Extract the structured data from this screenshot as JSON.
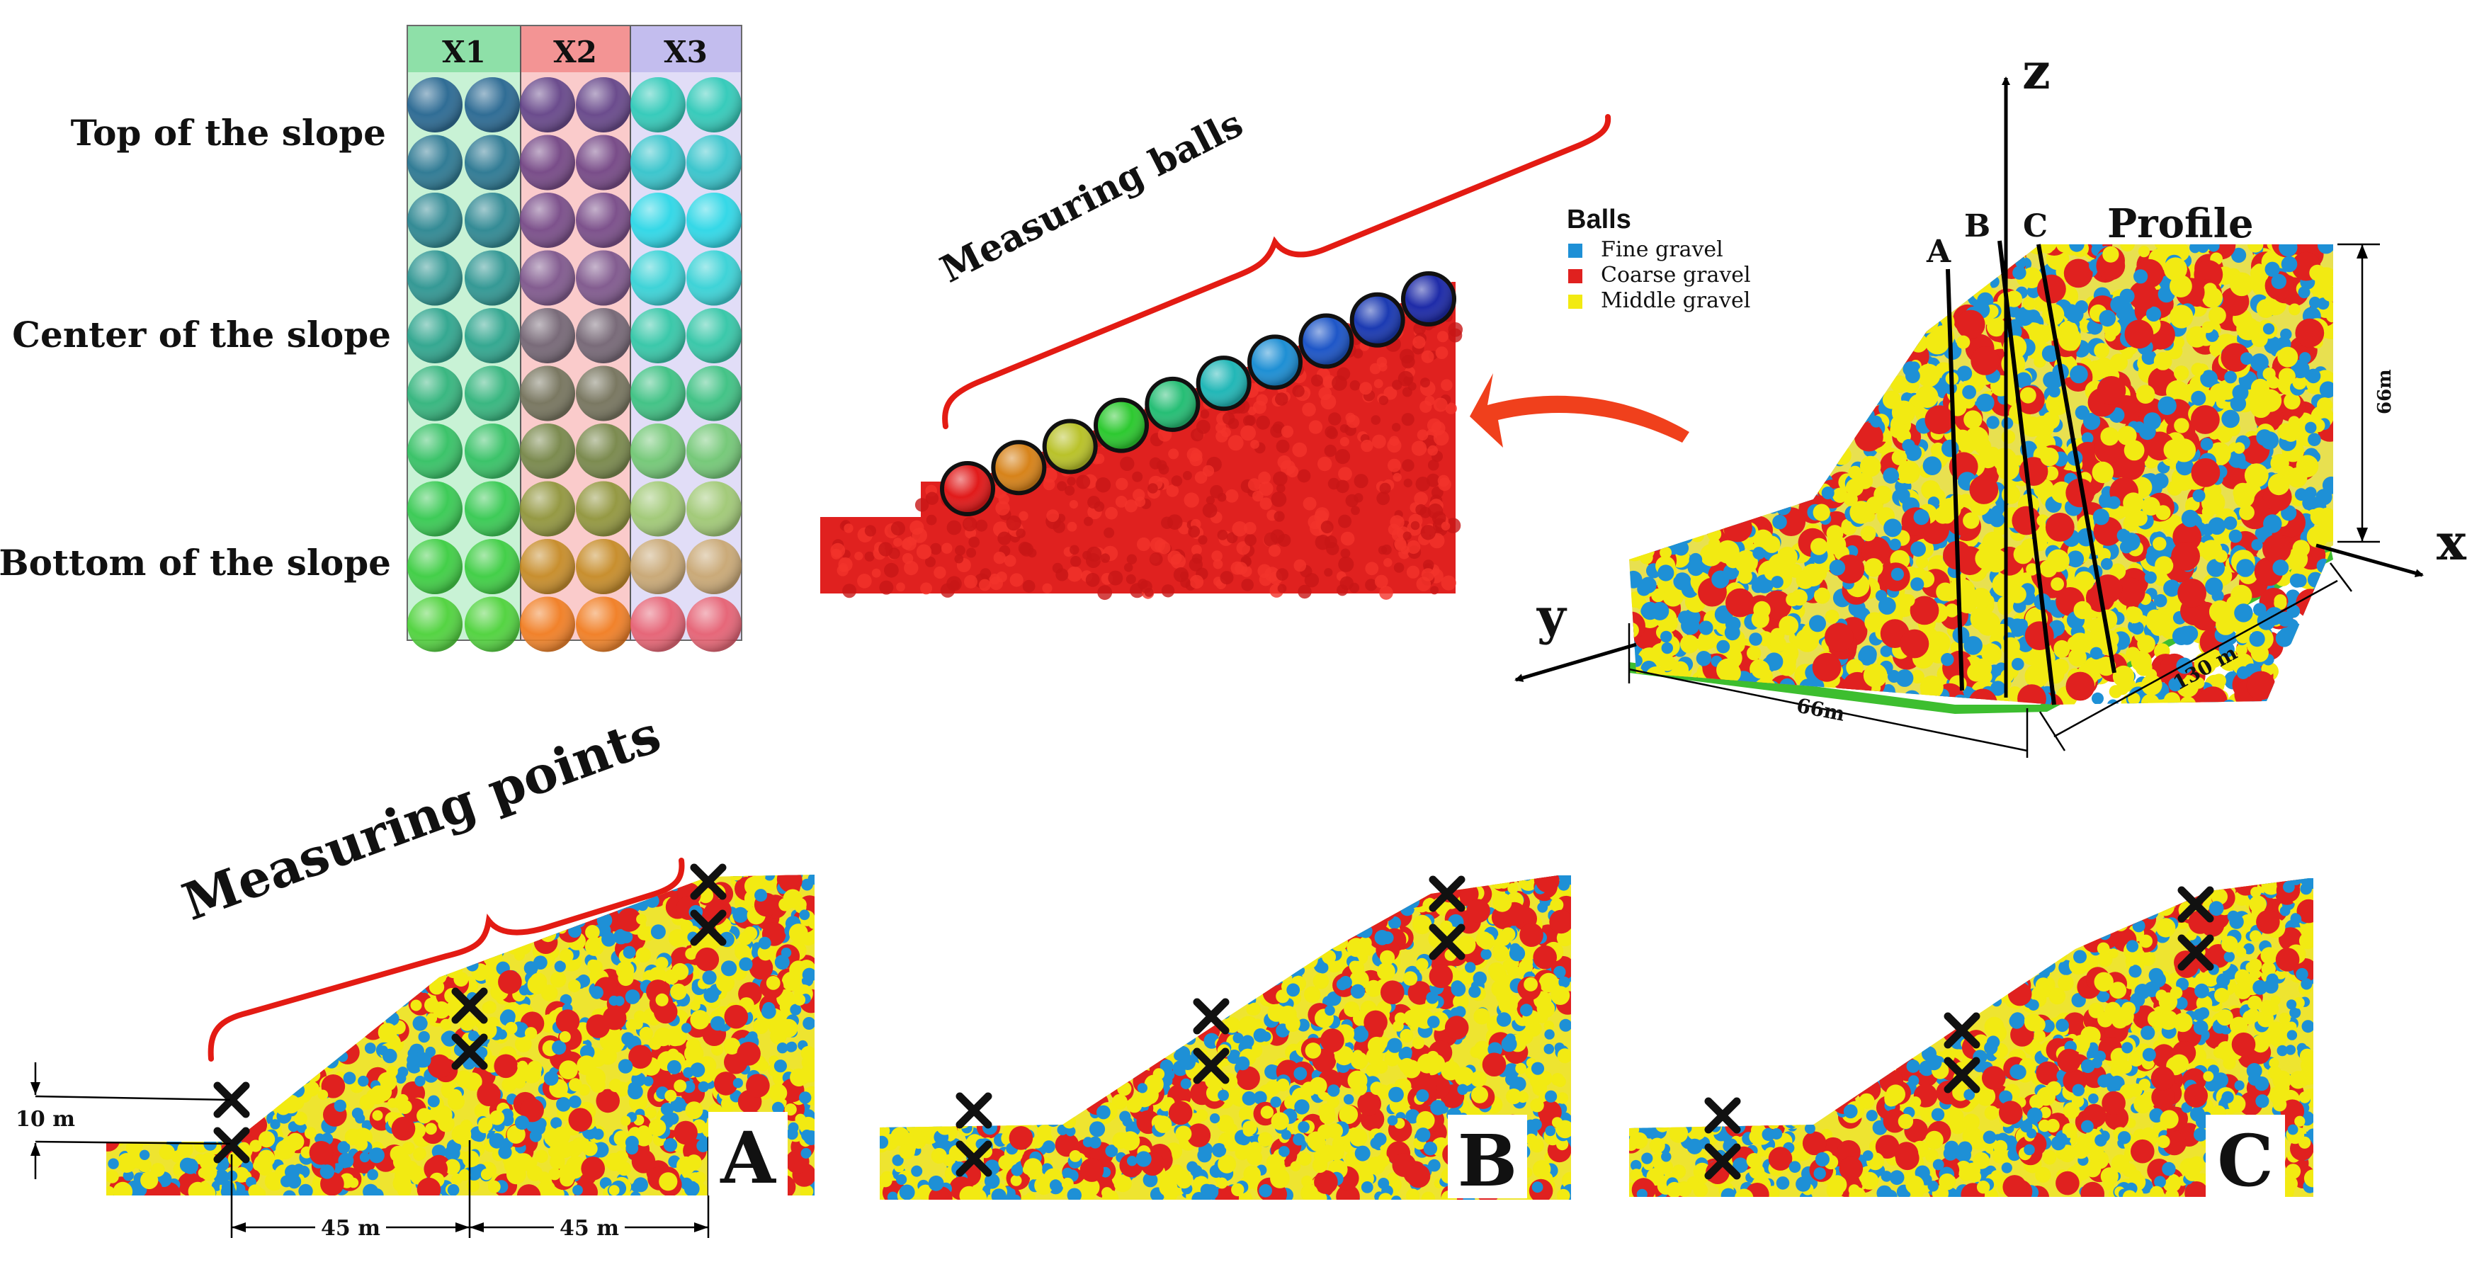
{
  "legend_grid": {
    "columns": [
      "X1",
      "X2",
      "X3"
    ],
    "column_colors": [
      "#9BE8B2",
      "#F5A0A0",
      "#CDC6F2"
    ],
    "rows": [
      "Top of the slope",
      "Center of the slope",
      "Bottom of the slope"
    ],
    "x1_colors": [
      "#1F5E8E",
      "#216F8E",
      "#23808E",
      "#258F8E",
      "#25A08A",
      "#2AB078",
      "#2CBE5E",
      "#2FC64A",
      "#35CB3A",
      "#48D033"
    ],
    "x2_colors": [
      "#5B3E86",
      "#6A3F82",
      "#6F4585",
      "#75518A",
      "#6A6070",
      "#6B6F57",
      "#6E8442",
      "#8A9435",
      "#C2881E",
      "#F07A1A"
    ],
    "x3_colors": [
      "#26C9B4",
      "#2BC3C8",
      "#22D7E4",
      "#2ED1D3",
      "#29C5A1",
      "#33C07A",
      "#6BC66B",
      "#9CC86C",
      "#C8A46A",
      "#E75A6A"
    ]
  },
  "measuring_balls": {
    "label": "Measuring balls",
    "ball_colors": [
      "#E11A1A",
      "#D7831A",
      "#B9C22A",
      "#2DC930",
      "#26BE75",
      "#22B7B7",
      "#1E8FD4",
      "#1E56C7",
      "#1B3AB2",
      "#1E2BA8"
    ],
    "slope_color": "#E0211F"
  },
  "balls_legend": {
    "title": "Balls",
    "items": [
      {
        "label": "Fine gravel",
        "color": "#1E90D6"
      },
      {
        "label": "Coarse gravel",
        "color": "#E0211F"
      },
      {
        "label": "Middle gravel",
        "color": "#F2EA12"
      }
    ]
  },
  "model3d": {
    "axis_z": "z",
    "axis_x": "x",
    "axis_y": "y",
    "profile_label": "Profile",
    "section_labels": [
      "A",
      "B",
      "C"
    ],
    "dim_height": "66m",
    "dim_width": "66m",
    "dim_length": "130 m",
    "base_color": "#3DBE2F"
  },
  "measuring_points": {
    "label": "Measuring points",
    "dim_vertical": "10 m",
    "dim_horizontal_1": "45 m",
    "dim_horizontal_2": "45 m"
  },
  "profiles": [
    {
      "letter": "A"
    },
    {
      "letter": "B"
    },
    {
      "letter": "C"
    }
  ],
  "colors": {
    "brace": "#E31B13",
    "arrow": "#F0401C",
    "fine": "#1E90D6",
    "coarse": "#E0211F",
    "middle": "#F2EA12"
  }
}
